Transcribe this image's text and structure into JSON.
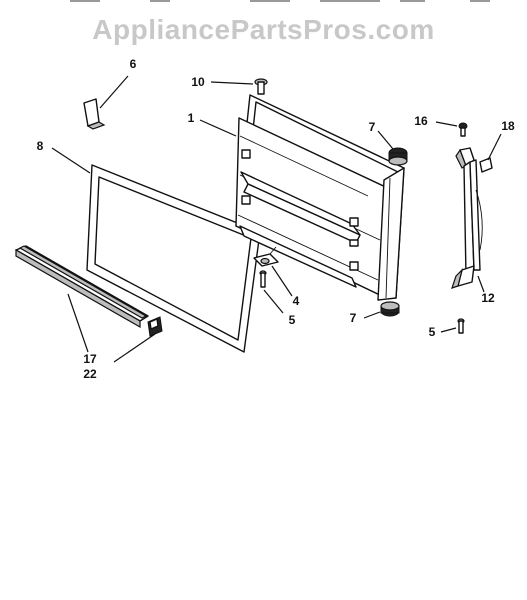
{
  "watermark": "AppliancePartsPros.com",
  "callouts": [
    {
      "id": "1",
      "text": "1"
    },
    {
      "id": "4",
      "text": "4"
    },
    {
      "id": "5a",
      "text": "5"
    },
    {
      "id": "5b",
      "text": "5"
    },
    {
      "id": "6",
      "text": "6"
    },
    {
      "id": "7a",
      "text": "7"
    },
    {
      "id": "7b",
      "text": "7"
    },
    {
      "id": "8",
      "text": "8"
    },
    {
      "id": "10",
      "text": "10"
    },
    {
      "id": "12",
      "text": "12"
    },
    {
      "id": "16",
      "text": "16"
    },
    {
      "id": "17",
      "text": "17"
    },
    {
      "id": "18",
      "text": "18"
    },
    {
      "id": "22",
      "text": "22"
    }
  ]
}
